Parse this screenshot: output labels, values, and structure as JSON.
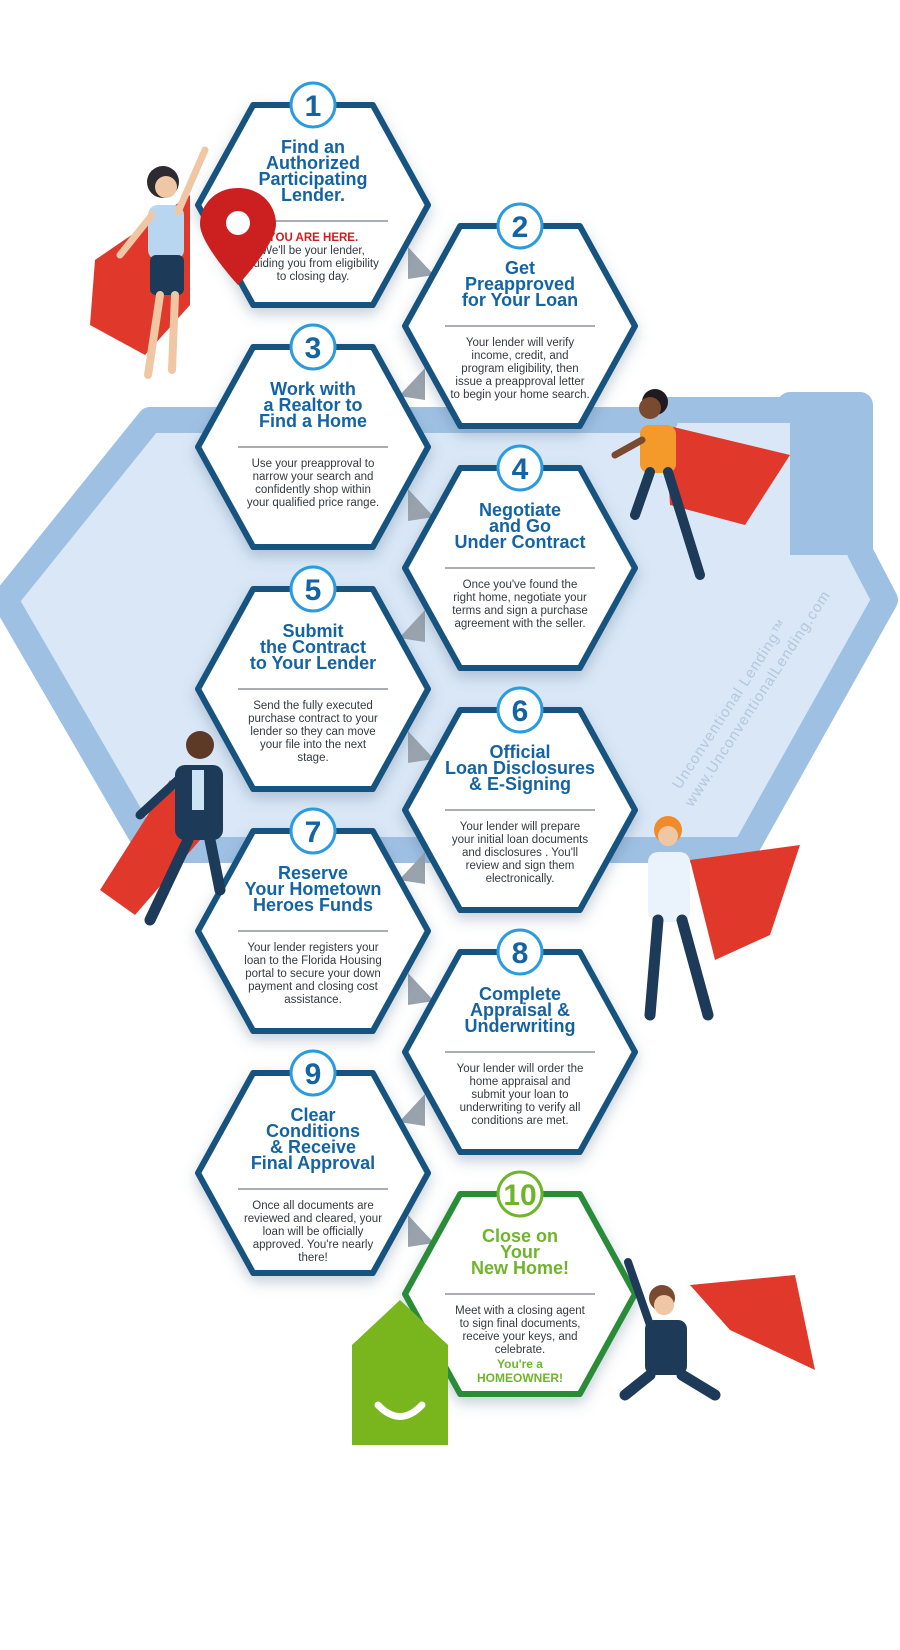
{
  "colors": {
    "primary_blue": "#1463a3",
    "hex_border_blue": "#16527f",
    "final_green": "#6fb52c",
    "pin_red": "#cc1f1f",
    "cape_red": "#e0392b",
    "background_house": "#cfe1f5"
  },
  "watermark": {
    "line1": "Unconventional Lending™",
    "line2": "www.UnconventionalLending.com"
  },
  "steps": [
    {
      "number": "1",
      "title": [
        "Find an",
        "Authorized",
        "Participating",
        "Lender."
      ],
      "here": "YOU ARE HERE.",
      "body": [
        "We'll be your lender,",
        "guiding you from eligibility",
        "to closing day."
      ],
      "highlight": []
    },
    {
      "number": "2",
      "title": [
        "Get",
        "Preapproved",
        "for Your Loan"
      ],
      "here": "",
      "body": [
        "Your lender will verify",
        "income, credit, and",
        "program eligibility, then",
        "issue a preapproval letter",
        "to begin your home search."
      ],
      "highlight": []
    },
    {
      "number": "3",
      "title": [
        "Work with",
        "a Realtor to",
        "Find a Home"
      ],
      "here": "",
      "body": [
        "Use your preapproval to",
        "narrow your search and",
        "confidently shop within",
        "your qualified price range."
      ],
      "highlight": []
    },
    {
      "number": "4",
      "title": [
        "Negotiate",
        "and Go",
        "Under Contract"
      ],
      "here": "",
      "body": [
        "Once you've found the",
        "right home, negotiate your",
        "terms and sign a purchase",
        "agreement with the seller."
      ],
      "highlight": []
    },
    {
      "number": "5",
      "title": [
        "Submit",
        "the Contract",
        "to Your Lender"
      ],
      "here": "",
      "body": [
        "Send the fully executed",
        "purchase contract to your",
        "lender so they can move",
        "your file into the next",
        "stage."
      ],
      "highlight": []
    },
    {
      "number": "6",
      "title": [
        "Official",
        "Loan Disclosures",
        "& E-Signing"
      ],
      "here": "",
      "body": [
        "Your lender will prepare",
        "your initial loan documents",
        "and disclosures . You'll",
        "review and sign them",
        "electronically."
      ],
      "highlight": []
    },
    {
      "number": "7",
      "title": [
        "Reserve",
        "Your Hometown",
        "Heroes Funds"
      ],
      "here": "",
      "body": [
        "Your lender registers your",
        "loan to the Florida Housing",
        "portal to secure your down",
        "payment and closing cost",
        "assistance."
      ],
      "highlight": []
    },
    {
      "number": "8",
      "title": [
        "Complete",
        "Appraisal &",
        "Underwriting"
      ],
      "here": "",
      "body": [
        "Your lender will order the",
        "home appraisal and",
        "submit your loan to",
        "underwriting to verify all",
        "conditions are met."
      ],
      "highlight": []
    },
    {
      "number": "9",
      "title": [
        "Clear",
        "Conditions",
        "& Receive",
        "Final Approval"
      ],
      "here": "",
      "body": [
        "Once all documents are",
        "reviewed and cleared, your",
        "loan will be officially",
        "approved. You're nearly",
        "there!"
      ],
      "highlight": []
    },
    {
      "number": "10",
      "title": [
        "Close on",
        "Your",
        "New Home!"
      ],
      "here": "",
      "body": [
        "Meet with a closing agent",
        "to sign final documents,",
        "receive your keys, and",
        "celebrate."
      ],
      "highlight": [
        "You're a",
        "HOMEOWNER!"
      ]
    }
  ]
}
